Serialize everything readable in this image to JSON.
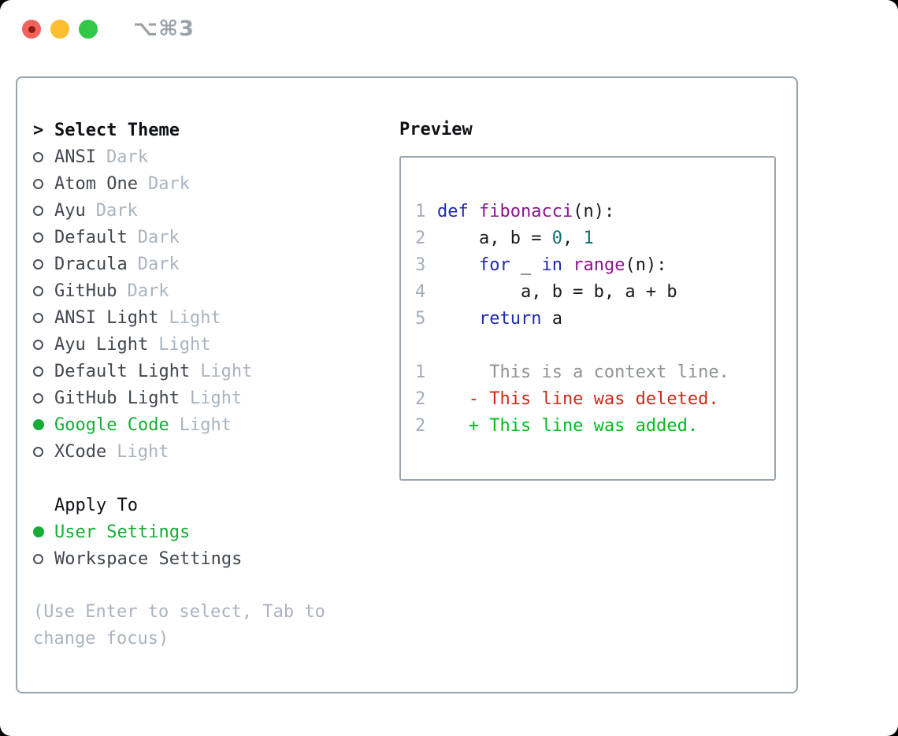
{
  "window": {
    "title": "⌥⌘3"
  },
  "theme_list": {
    "header_prefix": ">",
    "header": "Select Theme",
    "items": [
      {
        "name": "ANSI",
        "tag": "Dark",
        "selected": false
      },
      {
        "name": "Atom One",
        "tag": "Dark",
        "selected": false
      },
      {
        "name": "Ayu",
        "tag": "Dark",
        "selected": false
      },
      {
        "name": "Default",
        "tag": "Dark",
        "selected": false
      },
      {
        "name": "Dracula",
        "tag": "Dark",
        "selected": false
      },
      {
        "name": "GitHub",
        "tag": "Dark",
        "selected": false
      },
      {
        "name": "ANSI Light",
        "tag": "Light",
        "selected": false
      },
      {
        "name": "Ayu Light",
        "tag": "Light",
        "selected": false
      },
      {
        "name": "Default Light",
        "tag": "Light",
        "selected": false
      },
      {
        "name": "GitHub Light",
        "tag": "Light",
        "selected": false
      },
      {
        "name": "Google Code",
        "tag": "Light",
        "selected": true
      },
      {
        "name": "XCode",
        "tag": "Light",
        "selected": false
      }
    ]
  },
  "apply_to": {
    "header": "Apply To",
    "items": [
      {
        "name": "User Settings",
        "selected": true
      },
      {
        "name": "Workspace Settings",
        "selected": false
      }
    ]
  },
  "hint": "(Use Enter to select, Tab to change focus)",
  "preview": {
    "label": "Preview",
    "code_lines": [
      {
        "num": "1",
        "tokens": [
          {
            "t": "def",
            "c": "kw"
          },
          {
            "t": " ",
            "c": "pl"
          },
          {
            "t": "fibonacci",
            "c": "fn"
          },
          {
            "t": "(n):",
            "c": "pl"
          }
        ]
      },
      {
        "num": "2",
        "tokens": [
          {
            "t": "    a, b = ",
            "c": "pl"
          },
          {
            "t": "0",
            "c": "lit"
          },
          {
            "t": ", ",
            "c": "pl"
          },
          {
            "t": "1",
            "c": "lit"
          }
        ]
      },
      {
        "num": "3",
        "tokens": [
          {
            "t": "    ",
            "c": "pl"
          },
          {
            "t": "for",
            "c": "kw"
          },
          {
            "t": " _ ",
            "c": "pl"
          },
          {
            "t": "in",
            "c": "kw"
          },
          {
            "t": " ",
            "c": "pl"
          },
          {
            "t": "range",
            "c": "fn"
          },
          {
            "t": "(n):",
            "c": "pl"
          }
        ]
      },
      {
        "num": "4",
        "tokens": [
          {
            "t": "        a, b = b, a + b",
            "c": "pl"
          }
        ]
      },
      {
        "num": "5",
        "tokens": [
          {
            "t": "    ",
            "c": "pl"
          },
          {
            "t": "return",
            "c": "kw"
          },
          {
            "t": " a",
            "c": "pl"
          }
        ]
      }
    ],
    "diff_lines": [
      {
        "num": "1",
        "type": "context",
        "content": "     This is a context line."
      },
      {
        "num": "2",
        "type": "deleted",
        "content": "   - This line was deleted."
      },
      {
        "num": "2",
        "type": "added",
        "content": "   + This line was added."
      }
    ]
  },
  "colors": {
    "selection_green": "#16ad36",
    "keyword_blue": "#1e2ab2",
    "function_purple": "#8c148c",
    "literal_teal": "#0e6e6e",
    "deleted_red": "#cd2a16",
    "added_green": "#00bd1c",
    "muted_gray": "#a9b4c1",
    "text_dark": "#41464f",
    "panel_border": "#99a3ae",
    "traffic_red": "#f4605a",
    "traffic_yellow": "#fcbd2f",
    "traffic_green": "#33c748"
  }
}
